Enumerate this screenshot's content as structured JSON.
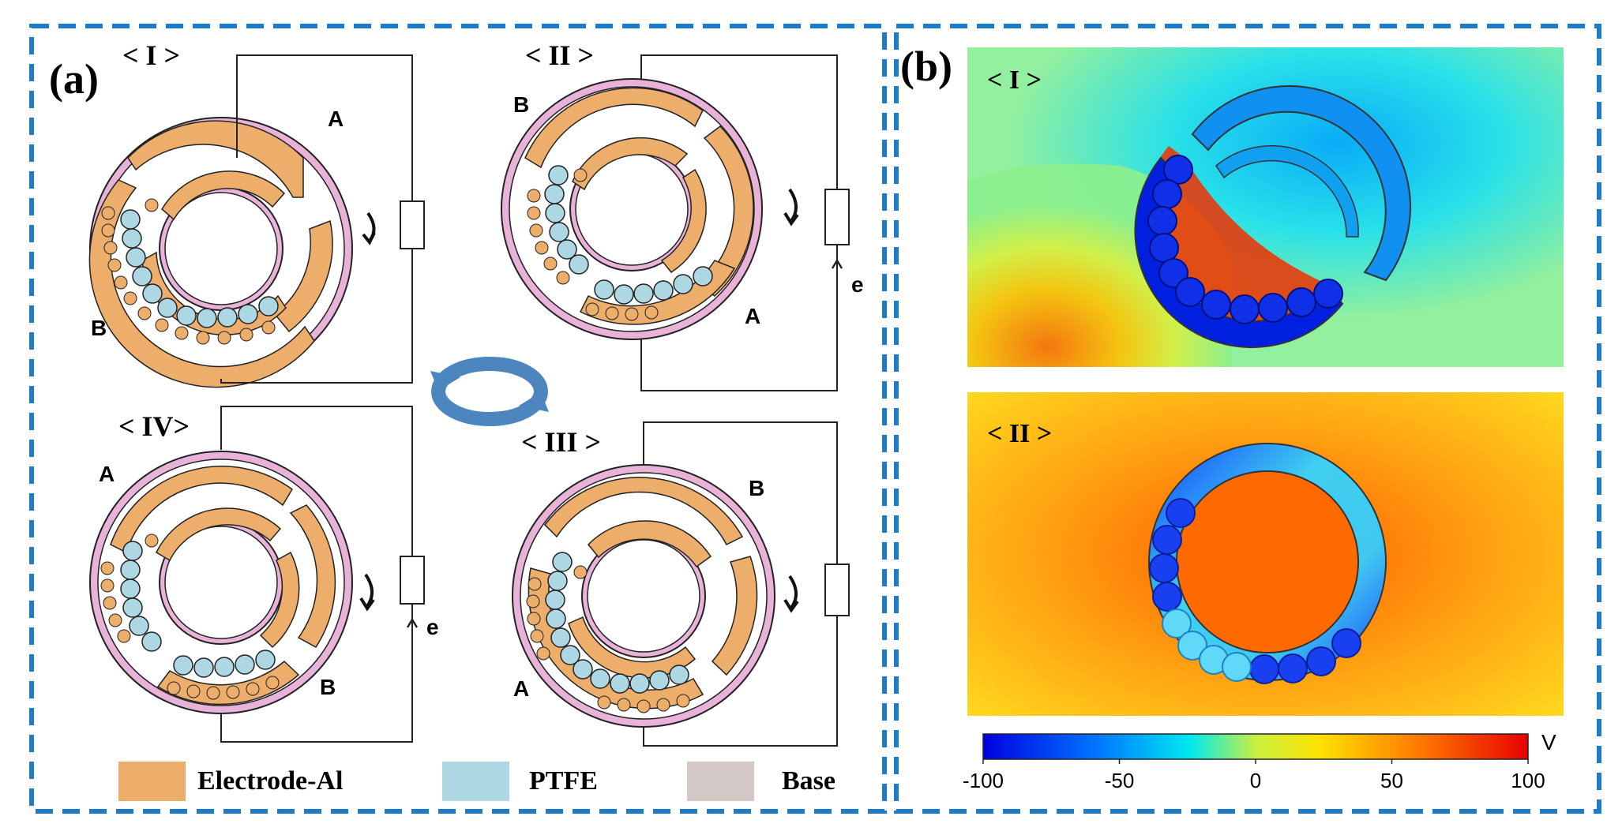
{
  "panel_a": {
    "label": "(a)",
    "states": {
      "s1": {
        "label": "< I >",
        "port_top": "A",
        "port_bottom": "B"
      },
      "s2": {
        "label": "< II >",
        "port_top": "B",
        "port_bottom": "A",
        "current": "e"
      },
      "s3": {
        "label": "< III >",
        "port_top": "B",
        "port_bottom": "A"
      },
      "s4": {
        "label": "< IV>",
        "port_top": "A",
        "port_bottom": "B",
        "current": "e"
      }
    },
    "legend": [
      {
        "label": "Electrode-Al",
        "color": "#EDAE6B"
      },
      {
        "label": "PTFE",
        "color": "#ADD7E2"
      },
      {
        "label": "Base",
        "color": "#D3C8C6"
      }
    ]
  },
  "panel_b": {
    "label": "(b)",
    "map1_label": "< I >",
    "map2_label": "< II >",
    "colorbar": {
      "unit": "V",
      "ticks": [
        "-100",
        "-50",
        "0",
        "50",
        "100"
      ],
      "min": -100,
      "max": 100
    }
  },
  "colors": {
    "frame": "#1E7BC8",
    "electrode": "#EDAE6B",
    "ptfe": "#ADD7E2",
    "base": "#E9B3D9",
    "arrows": "#4D86BE"
  }
}
